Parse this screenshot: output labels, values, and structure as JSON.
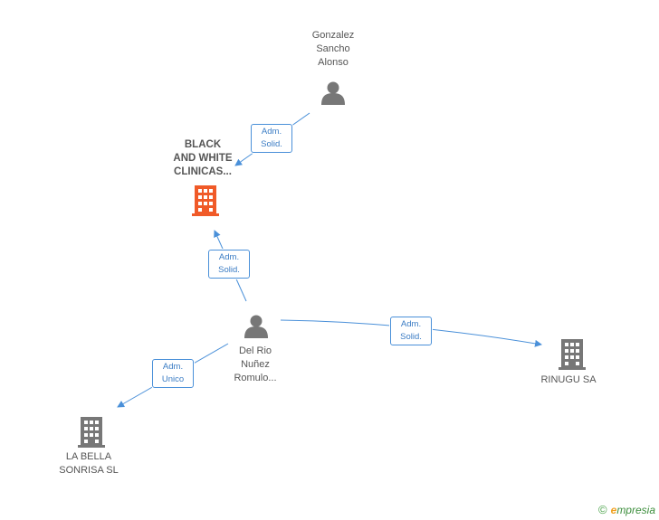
{
  "nodes": {
    "gonzalez": {
      "label": "Gonzalez\nSancho\nAlonso",
      "type": "person"
    },
    "black_white": {
      "label": "BLACK\nAND WHITE\nCLINICAS...",
      "type": "company-main"
    },
    "del_rio": {
      "label": "Del Rio\nNuñez\nRomulo...",
      "type": "person"
    },
    "rinugu": {
      "label": "RINUGU SA",
      "type": "company"
    },
    "la_bella": {
      "label": "LA BELLA\nSONRISA SL",
      "type": "company"
    }
  },
  "edges": {
    "e1": {
      "line1": "Adm.",
      "line2": "Solid."
    },
    "e2": {
      "line1": "Adm.",
      "line2": "Solid."
    },
    "e3": {
      "line1": "Adm.",
      "line2": "Solid."
    },
    "e4": {
      "line1": "Adm.",
      "line2": "Unico"
    }
  },
  "colors": {
    "edge": "#4a90d9",
    "person_icon": "#777777",
    "company_icon": "#777777",
    "main_company_icon": "#f05a28"
  },
  "brand": {
    "symbol": "©",
    "e_letter": "e",
    "rest": "mpresia"
  }
}
